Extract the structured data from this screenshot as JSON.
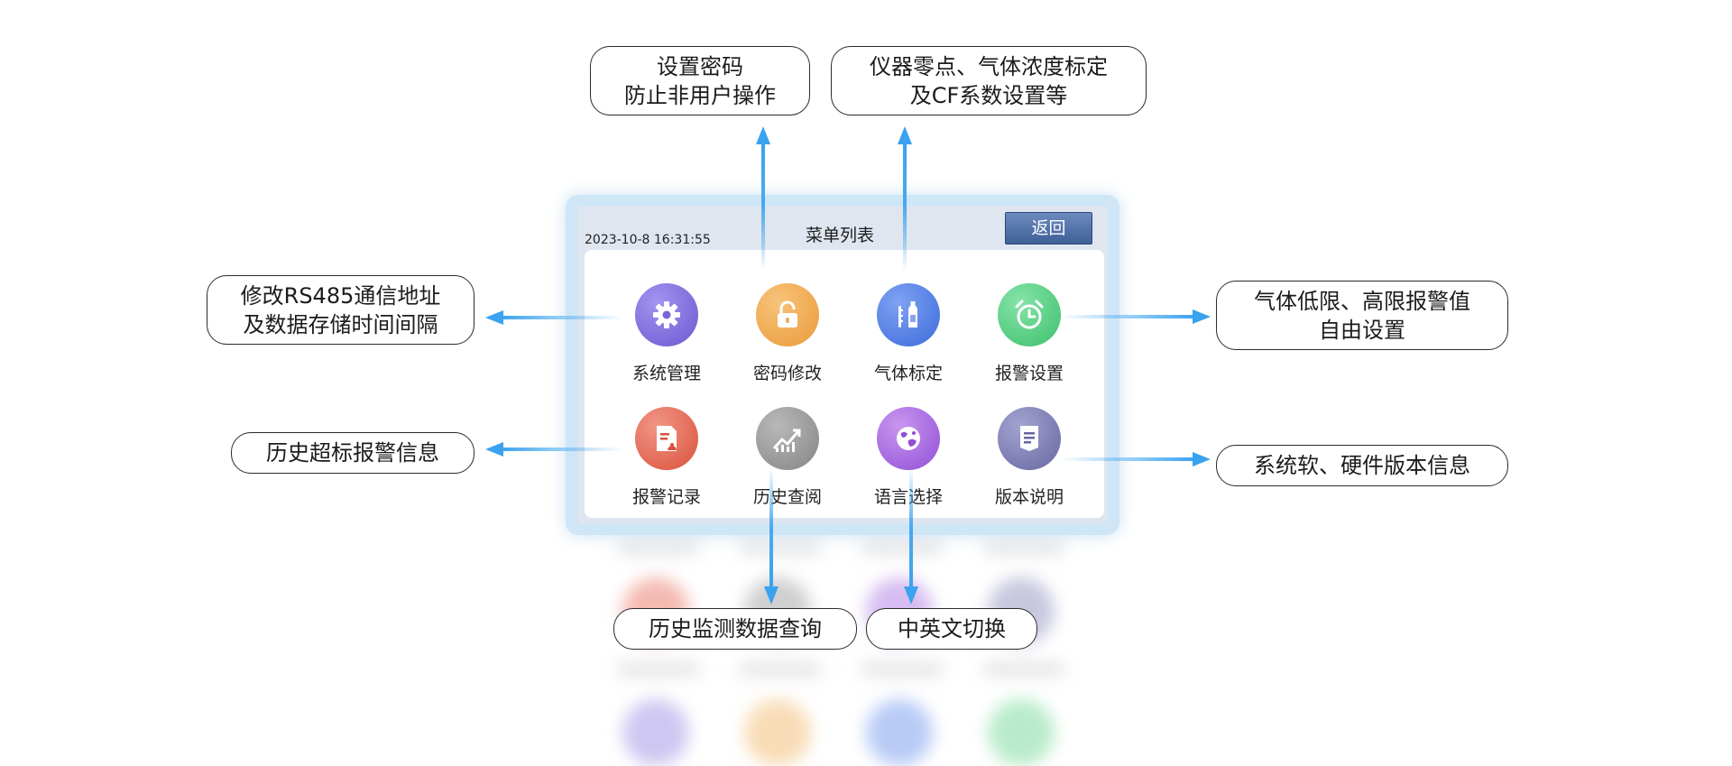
{
  "screen": {
    "timestamp": "2023-10-8 16:31:55",
    "title": "菜单列表",
    "back_label": "返回"
  },
  "menu": [
    {
      "label": "系统管理",
      "icon": "gear-icon",
      "color": "#7f6fd9"
    },
    {
      "label": "密码修改",
      "icon": "lock-icon",
      "color": "#f0a94c"
    },
    {
      "label": "气体标定",
      "icon": "gas-cylinder-icon",
      "color": "#4f7fe6"
    },
    {
      "label": "报警设置",
      "icon": "alarm-clock-icon",
      "color": "#4ccc7a"
    },
    {
      "label": "报警记录",
      "icon": "alarm-record-icon",
      "color": "#e5634f"
    },
    {
      "label": "历史查阅",
      "icon": "trend-chart-icon",
      "color": "#9a9a9a"
    },
    {
      "label": "语言选择",
      "icon": "globe-icon",
      "color": "#a465de"
    },
    {
      "label": "版本说明",
      "icon": "document-icon",
      "color": "#7b7bb3"
    }
  ],
  "callouts": {
    "password": [
      "设置密码",
      "防止非用户操作"
    ],
    "calibration": [
      "仪器零点、气体浓度标定",
      "及CF系数设置等"
    ],
    "system": [
      "修改RS485通信地址",
      "及数据存储时间间隔"
    ],
    "alarm_settings": [
      "气体低限、高限报警值",
      "自由设置"
    ],
    "alarm_records": [
      "历史超标报警信息"
    ],
    "version": [
      "系统软、硬件版本信息"
    ],
    "history": [
      "历史监测数据查询"
    ],
    "language": [
      "中英文切换"
    ]
  },
  "colors": {
    "arrow": "#3aa2ee",
    "frame": "#cfe6f7",
    "back_button": "#4a6aa3"
  }
}
